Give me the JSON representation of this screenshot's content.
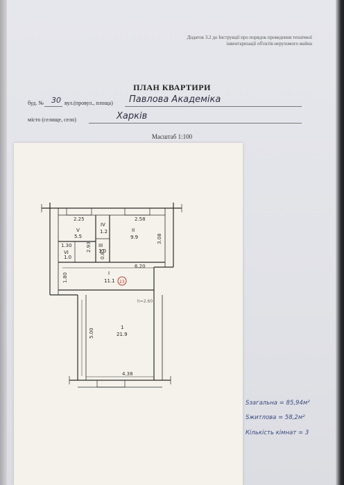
{
  "document": {
    "appendix_note_line1": "Додаток 3.2 до Інструкції про порядок проведення технічної",
    "appendix_note_line2": "інвентаризації об'єктів нерухомого майна",
    "title": "ПЛАН КВАРТИРИ",
    "building_label": "буд. №",
    "building_number": "30",
    "street_label": "вул.(провул., площа)",
    "street_value": "Павлова Академіка",
    "city_label": "місто (селище, село)",
    "city_value": "Харків",
    "scale": "Масштаб 1:100"
  },
  "plan": {
    "dims": {
      "top_left": "2.25",
      "top_right": "2.58",
      "middle_v": "2.93",
      "right_v": "3.08",
      "left_small": "1.30",
      "middle_small": "0.85",
      "hall_width": "6.20",
      "hall_left": "1.80",
      "room1_height": "5.00",
      "room1_width": "4.38"
    },
    "rooms": [
      {
        "label": "V",
        "area": "5.5"
      },
      {
        "label": "IV",
        "area": "1.2"
      },
      {
        "label": "II",
        "area": "9.9"
      },
      {
        "label": "VI",
        "area": "1.0"
      },
      {
        "label": "III",
        "area": "1.0"
      },
      {
        "label": "I",
        "area": "11.1"
      },
      {
        "label": "1",
        "area": "21.9"
      }
    ],
    "stamp_number": "23",
    "corner_note": "h=2.60"
  },
  "totals": {
    "total_area": "Sзагальна = 85,94м²",
    "living_area": "Sжитлова = 58,2м²",
    "rooms_count": "Кількість кімнат = 3"
  }
}
